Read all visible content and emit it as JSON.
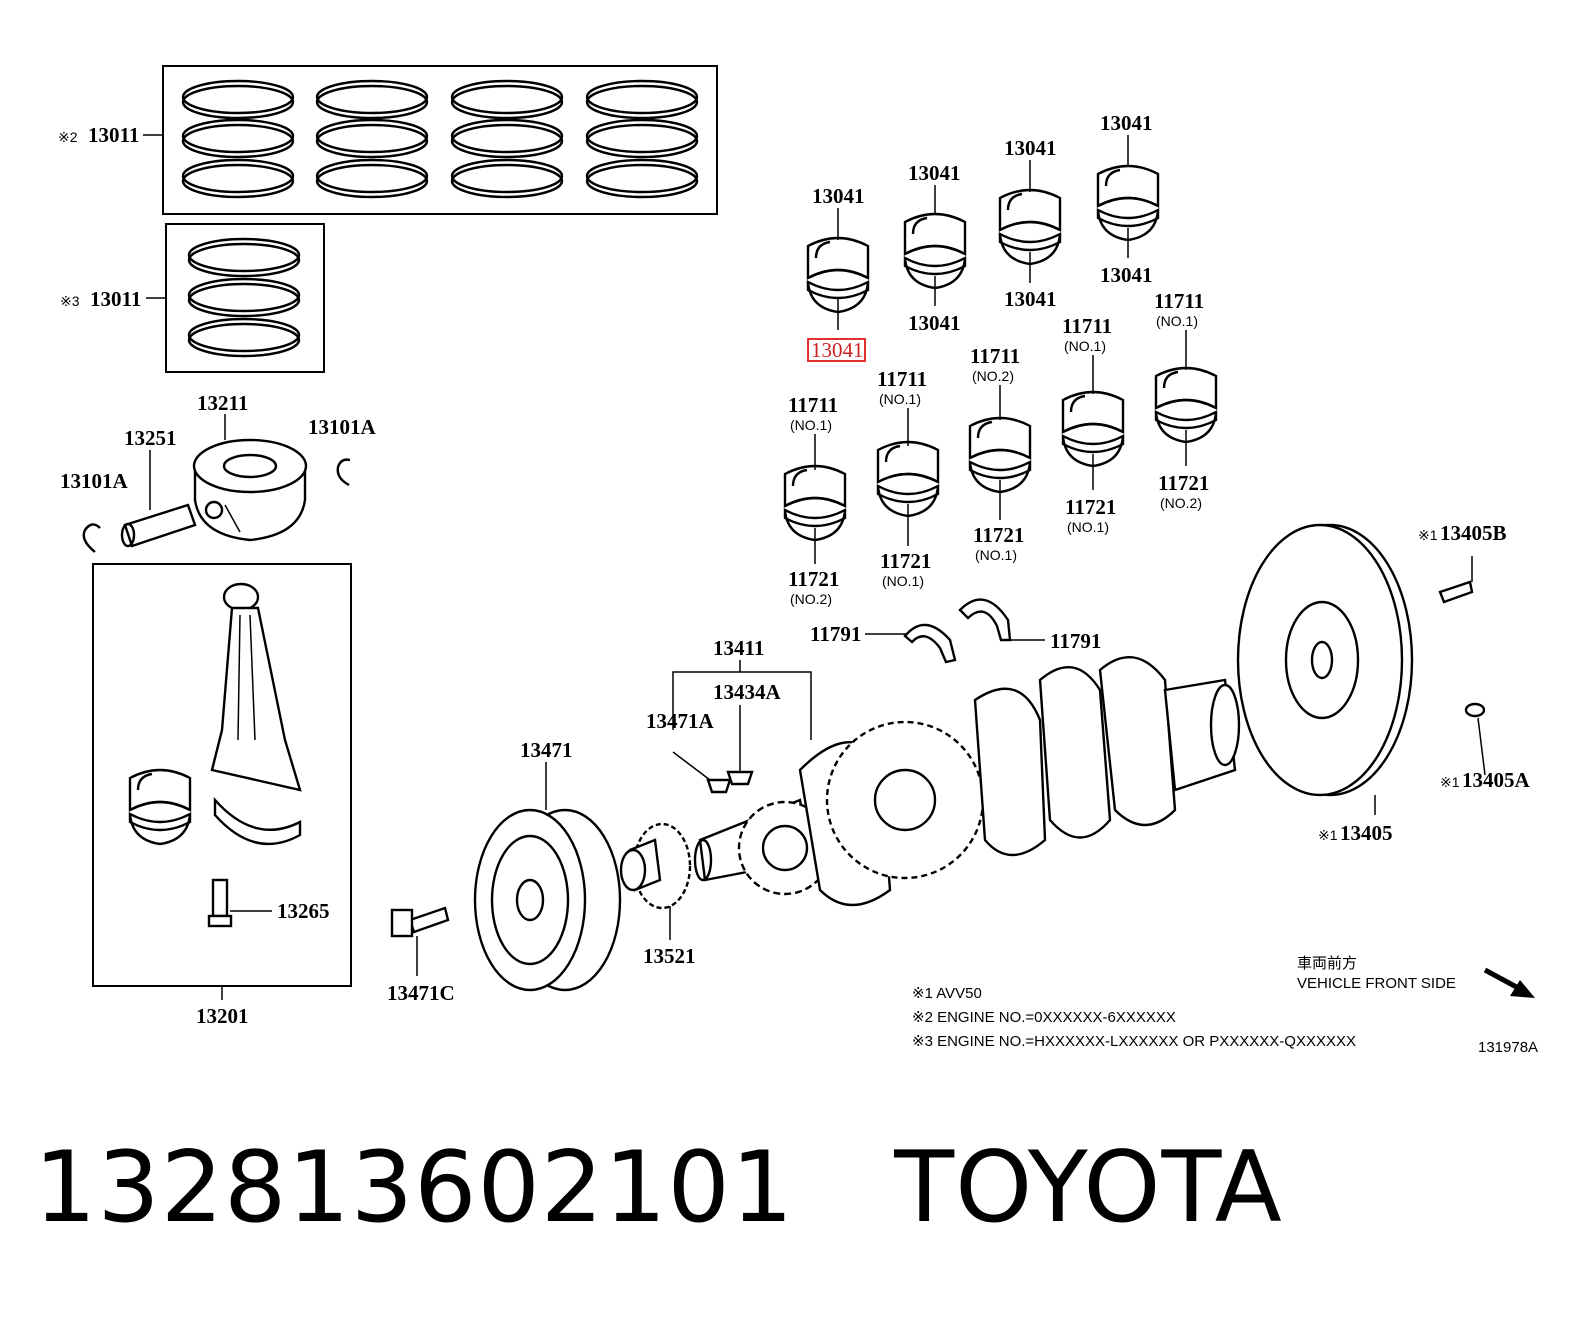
{
  "labels": {
    "ring_set_2": "13011",
    "ring_set_3": "13011",
    "ring_mark_2": "※2",
    "ring_mark_3": "※3",
    "bearing_13041_a": "13041",
    "bearing_13041_b": "13041",
    "bearing_13041_c": "13041",
    "bearing_13041_d": "13041",
    "bearing_13041_e": "13041",
    "bearing_13041_f": "13041",
    "bearing_13041_g": "13041",
    "bearing_13041_highlight": "13041",
    "piston": "13211",
    "pin": "13251",
    "snap_ring_left": "13101A",
    "snap_ring_right": "13101A",
    "main_upper_1": "11711",
    "main_upper_1_sub": "(NO.1)",
    "main_upper_2": "11711",
    "main_upper_2_sub": "(NO.1)",
    "main_upper_3": "11711",
    "main_upper_3_sub": "(NO.2)",
    "main_upper_4": "11711",
    "main_upper_4_sub": "(NO.1)",
    "main_upper_5": "11711",
    "main_upper_5_sub": "(NO.1)",
    "main_lower_1": "11721",
    "main_lower_1_sub": "(NO.2)",
    "main_lower_2": "11721",
    "main_lower_2_sub": "(NO.1)",
    "main_lower_3": "11721",
    "main_lower_3_sub": "(NO.1)",
    "main_lower_4": "11721",
    "main_lower_4_sub": "(NO.1)",
    "main_lower_5": "11721",
    "main_lower_5_sub": "(NO.2)",
    "thrust_left": "11791",
    "thrust_right": "11791",
    "crankshaft": "13411",
    "key_a": "13434A",
    "key_b": "13471A",
    "pulley": "13471",
    "pulley_bolt": "13471C",
    "sprocket": "13521",
    "rod_bolt": "13265",
    "rod_assy": "13201",
    "flywheel_bolt": "13405B",
    "flywheel_bolt_mark": "※1",
    "flywheel_pin": "13405A",
    "flywheel_pin_mark": "※1",
    "flywheel": "13405",
    "flywheel_mark": "※1"
  },
  "notes": {
    "front_jp": "車両前方",
    "front_en": "VEHICLE FRONT SIDE",
    "note1": "※1 AVV50",
    "note2": "※2 ENGINE NO.=0XXXXXX-6XXXXXX",
    "note3": "※3 ENGINE NO.=HXXXXXX-LXXXXXX OR PXXXXXX-QXXXXXX",
    "figure_code": "131978A"
  },
  "footer": {
    "part_number": "132813602101",
    "brand": "TOYOTA"
  },
  "colors": {
    "highlight": "#e53030",
    "ink": "#000000"
  }
}
